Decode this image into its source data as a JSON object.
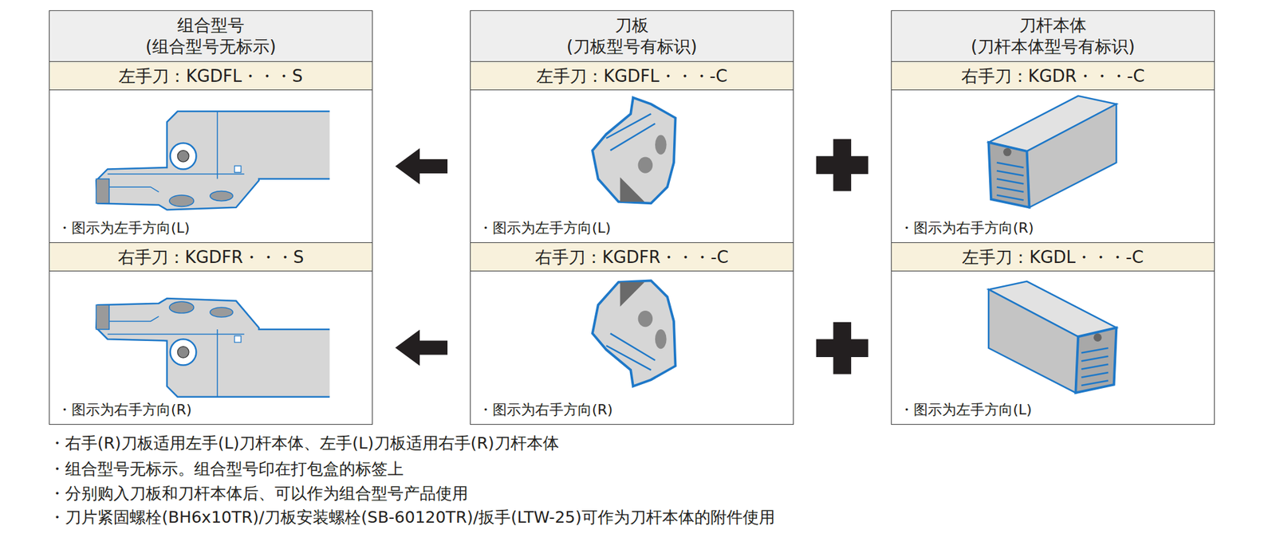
{
  "diagram": {
    "nodes": [
      {
        "text": [
          "组合型号",
          "(组合型号无标示)"
        ]
      },
      {
        "text": [
          "左手刀：KGDFL・・・S"
        ]
      },
      {
        "text": [
          "・图示为左手方向(L)"
        ]
      },
      {
        "text": [
          "右手刀：KGDFR・・・S"
        ]
      },
      {
        "text": [
          "・图示为右手方向(R)"
        ]
      },
      {
        "text": [
          "刀板",
          "(刀板型号有标识)"
        ]
      },
      {
        "text": [
          "左手刀：KGDFL・・・-C"
        ]
      },
      {
        "text": [
          "・图示为左手方向(L)"
        ]
      },
      {
        "text": [
          "右手刀：KGDFR・・・-C"
        ]
      },
      {
        "text": [
          "・图示为右手方向(R)"
        ]
      },
      {
        "text": [
          "刀杆本体",
          "(刀杆本体型号有标识)"
        ]
      },
      {
        "text": [
          "右手刀：KGDR・・・-C"
        ]
      },
      {
        "text": [
          "・图示为右手方向(R)"
        ]
      },
      {
        "text": [
          "左手刀：KGDL・・・-C"
        ]
      },
      {
        "text": [
          "・图示为左手方向(L)"
        ]
      }
    ],
    "edges": [
      {
        "from": 7,
        "to": 2,
        "arrow": "to"
      },
      {
        "from": 9,
        "to": 4,
        "arrow": "to"
      }
    ],
    "labels": [
      "・右手(R)刀板适用左手(L)刀杆本体、左手(L)刀板适用右手(R)刀杆本体",
      "・组合型号无标示。组合型号印在打包盒的标签上",
      "・分别购入刀板和刀杆本体后、可以作为组合型号产品使用",
      "・刀片紧固螺栓(BH6x10TR)/刀板安装螺栓(SB-60120TR)/扳手(LTW-25)可作为刀杆本体的附件使用"
    ]
  }
}
